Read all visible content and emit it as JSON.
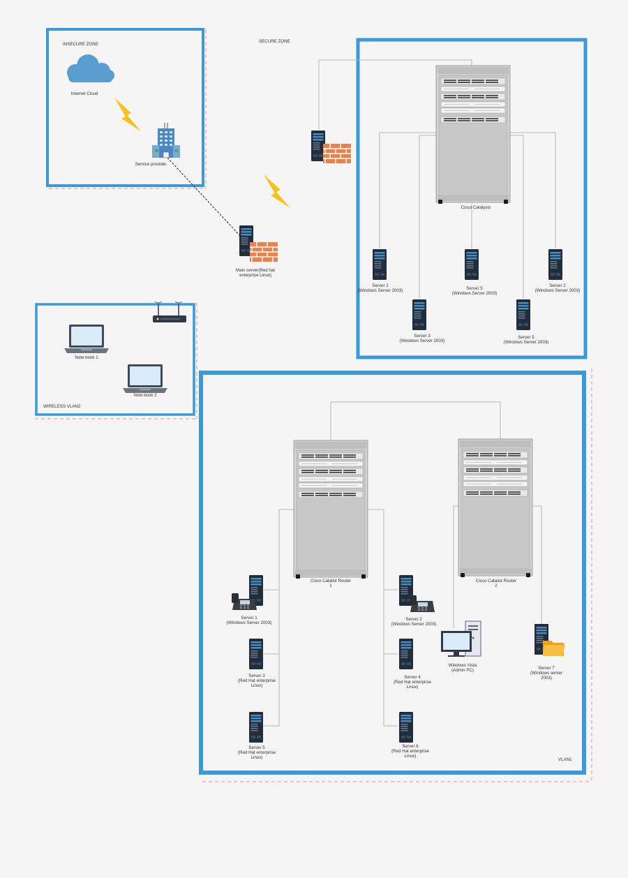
{
  "zones": {
    "insecure": "INSECURE ZONE",
    "secure": "SECURE ZONE",
    "wireless": "WIRELESS VLAN2",
    "vlan1": "VLAN1"
  },
  "insecure_zone": {
    "cloud": "Internet Cloud",
    "provider": "Service provider"
  },
  "main_server": {
    "line1": "Main server(Red hat",
    "line2": "enterprise Linux)"
  },
  "secure_zone": {
    "rack": "Cisco Catalysts",
    "servers": [
      {
        "line1": "Server 1",
        "line2": "(Windows Server 2003)"
      },
      {
        "line1": "Server 5",
        "line2": "(Windows Server 2003)"
      },
      {
        "line1": "Server 2",
        "line2": "(Windows Server 2003)"
      },
      {
        "line1": "Server 3",
        "line2": "(Windows Server 2003)"
      },
      {
        "line1": "Server 5",
        "line2": "(Windows Server 2003)"
      }
    ]
  },
  "wireless_zone": {
    "notebook1": "Note book 1",
    "notebook2": "Note book 2"
  },
  "vlan1_zone": {
    "router1": {
      "line1": "Cisco Catalist Router",
      "line2": "1"
    },
    "router2": {
      "line1": "Cisco Catalist Router",
      "line2": "2"
    },
    "servers": [
      {
        "line1": "Server 1",
        "line2": "(Windows Server 2003)",
        "line3": ""
      },
      {
        "line1": "Server 3",
        "line2": "(Red Hat enterprise",
        "line3": "Linux)"
      },
      {
        "line1": "Server 5",
        "line2": "(Red Hat enterprise",
        "line3": "Linux)"
      },
      {
        "line1": "Server 2",
        "line2": "(Windows Server 2003)",
        "line3": ""
      },
      {
        "line1": "Server 4",
        "line2": "(Red Hat enterprise",
        "line3": "Linux)"
      },
      {
        "line1": "Server 6",
        "line2": "(Red Hat enterprise",
        "line3": "Linux)"
      }
    ],
    "admin_pc": {
      "line1": "Windows Vista",
      "line2": "(Admin PC)"
    },
    "server7": {
      "line1": "Server 7",
      "line2": "(Windows server",
      "line3": "2003)"
    }
  },
  "colors": {
    "zone_border": "#3a9ad9",
    "dashed": "#e88a8a",
    "lightning": "#f6c11b",
    "firewall": "#e8834f",
    "rack": "#d2d2d2",
    "server_dark": "#1f2d3d"
  }
}
